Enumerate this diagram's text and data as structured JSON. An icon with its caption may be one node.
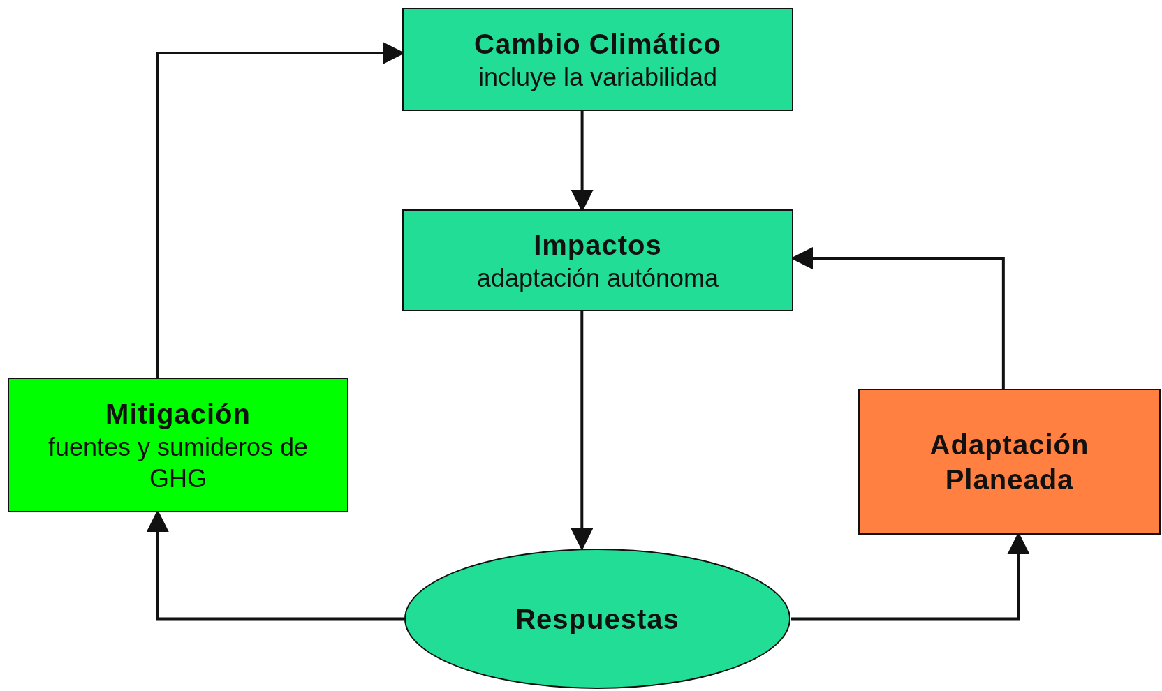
{
  "diagram": {
    "nodes": [
      {
        "text": [
          "Cambio Climático",
          "incluye la variabilidad"
        ]
      },
      {
        "text": [
          "Impactos",
          "adaptación autónoma"
        ]
      },
      {
        "text": [
          "Mitigación",
          "fuentes y sumideros de GHG"
        ]
      },
      {
        "text": [
          "Adaptación Planeada"
        ]
      },
      {
        "text": [
          "Respuestas"
        ]
      }
    ],
    "edges": [
      {
        "from": 0,
        "to": 1,
        "arrow": "to"
      },
      {
        "from": 1,
        "to": 4,
        "arrow": "to"
      },
      {
        "from": 4,
        "to": 2,
        "arrow": "to"
      },
      {
        "from": 4,
        "to": 3,
        "arrow": "to"
      },
      {
        "from": 2,
        "to": 0,
        "arrow": "to"
      },
      {
        "from": 3,
        "to": 1,
        "arrow": "to"
      }
    ]
  }
}
